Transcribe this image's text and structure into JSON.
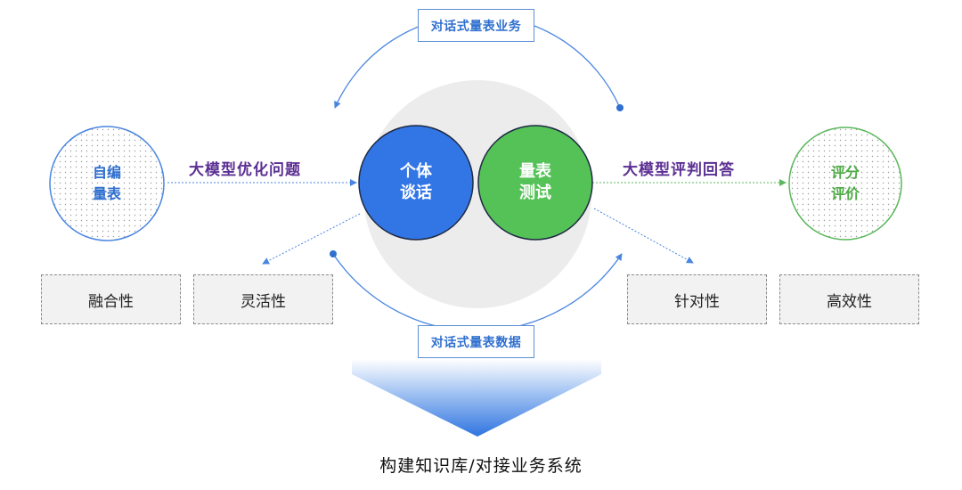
{
  "top_label": "对话式量表业务",
  "bottom_label": "对话式量表数据",
  "left_circle": {
    "line1": "自编",
    "line2": "量表"
  },
  "right_circle": {
    "line1": "评分",
    "line2": "评价"
  },
  "center_left": {
    "line1": "个体",
    "line2": "谈话"
  },
  "center_right": {
    "line1": "量表",
    "line2": "测试"
  },
  "left_arrow_text": "大模型优化问题",
  "right_arrow_text": "大模型评判回答",
  "properties": [
    "融合性",
    "灵活性",
    "针对性",
    "高效性"
  ],
  "bottom_title": "构建知识库/对接业务系统",
  "colors": {
    "blue": "#3276e6",
    "green": "#55c257",
    "purple": "#5b2f93",
    "box_border": "#5b8fd6"
  }
}
